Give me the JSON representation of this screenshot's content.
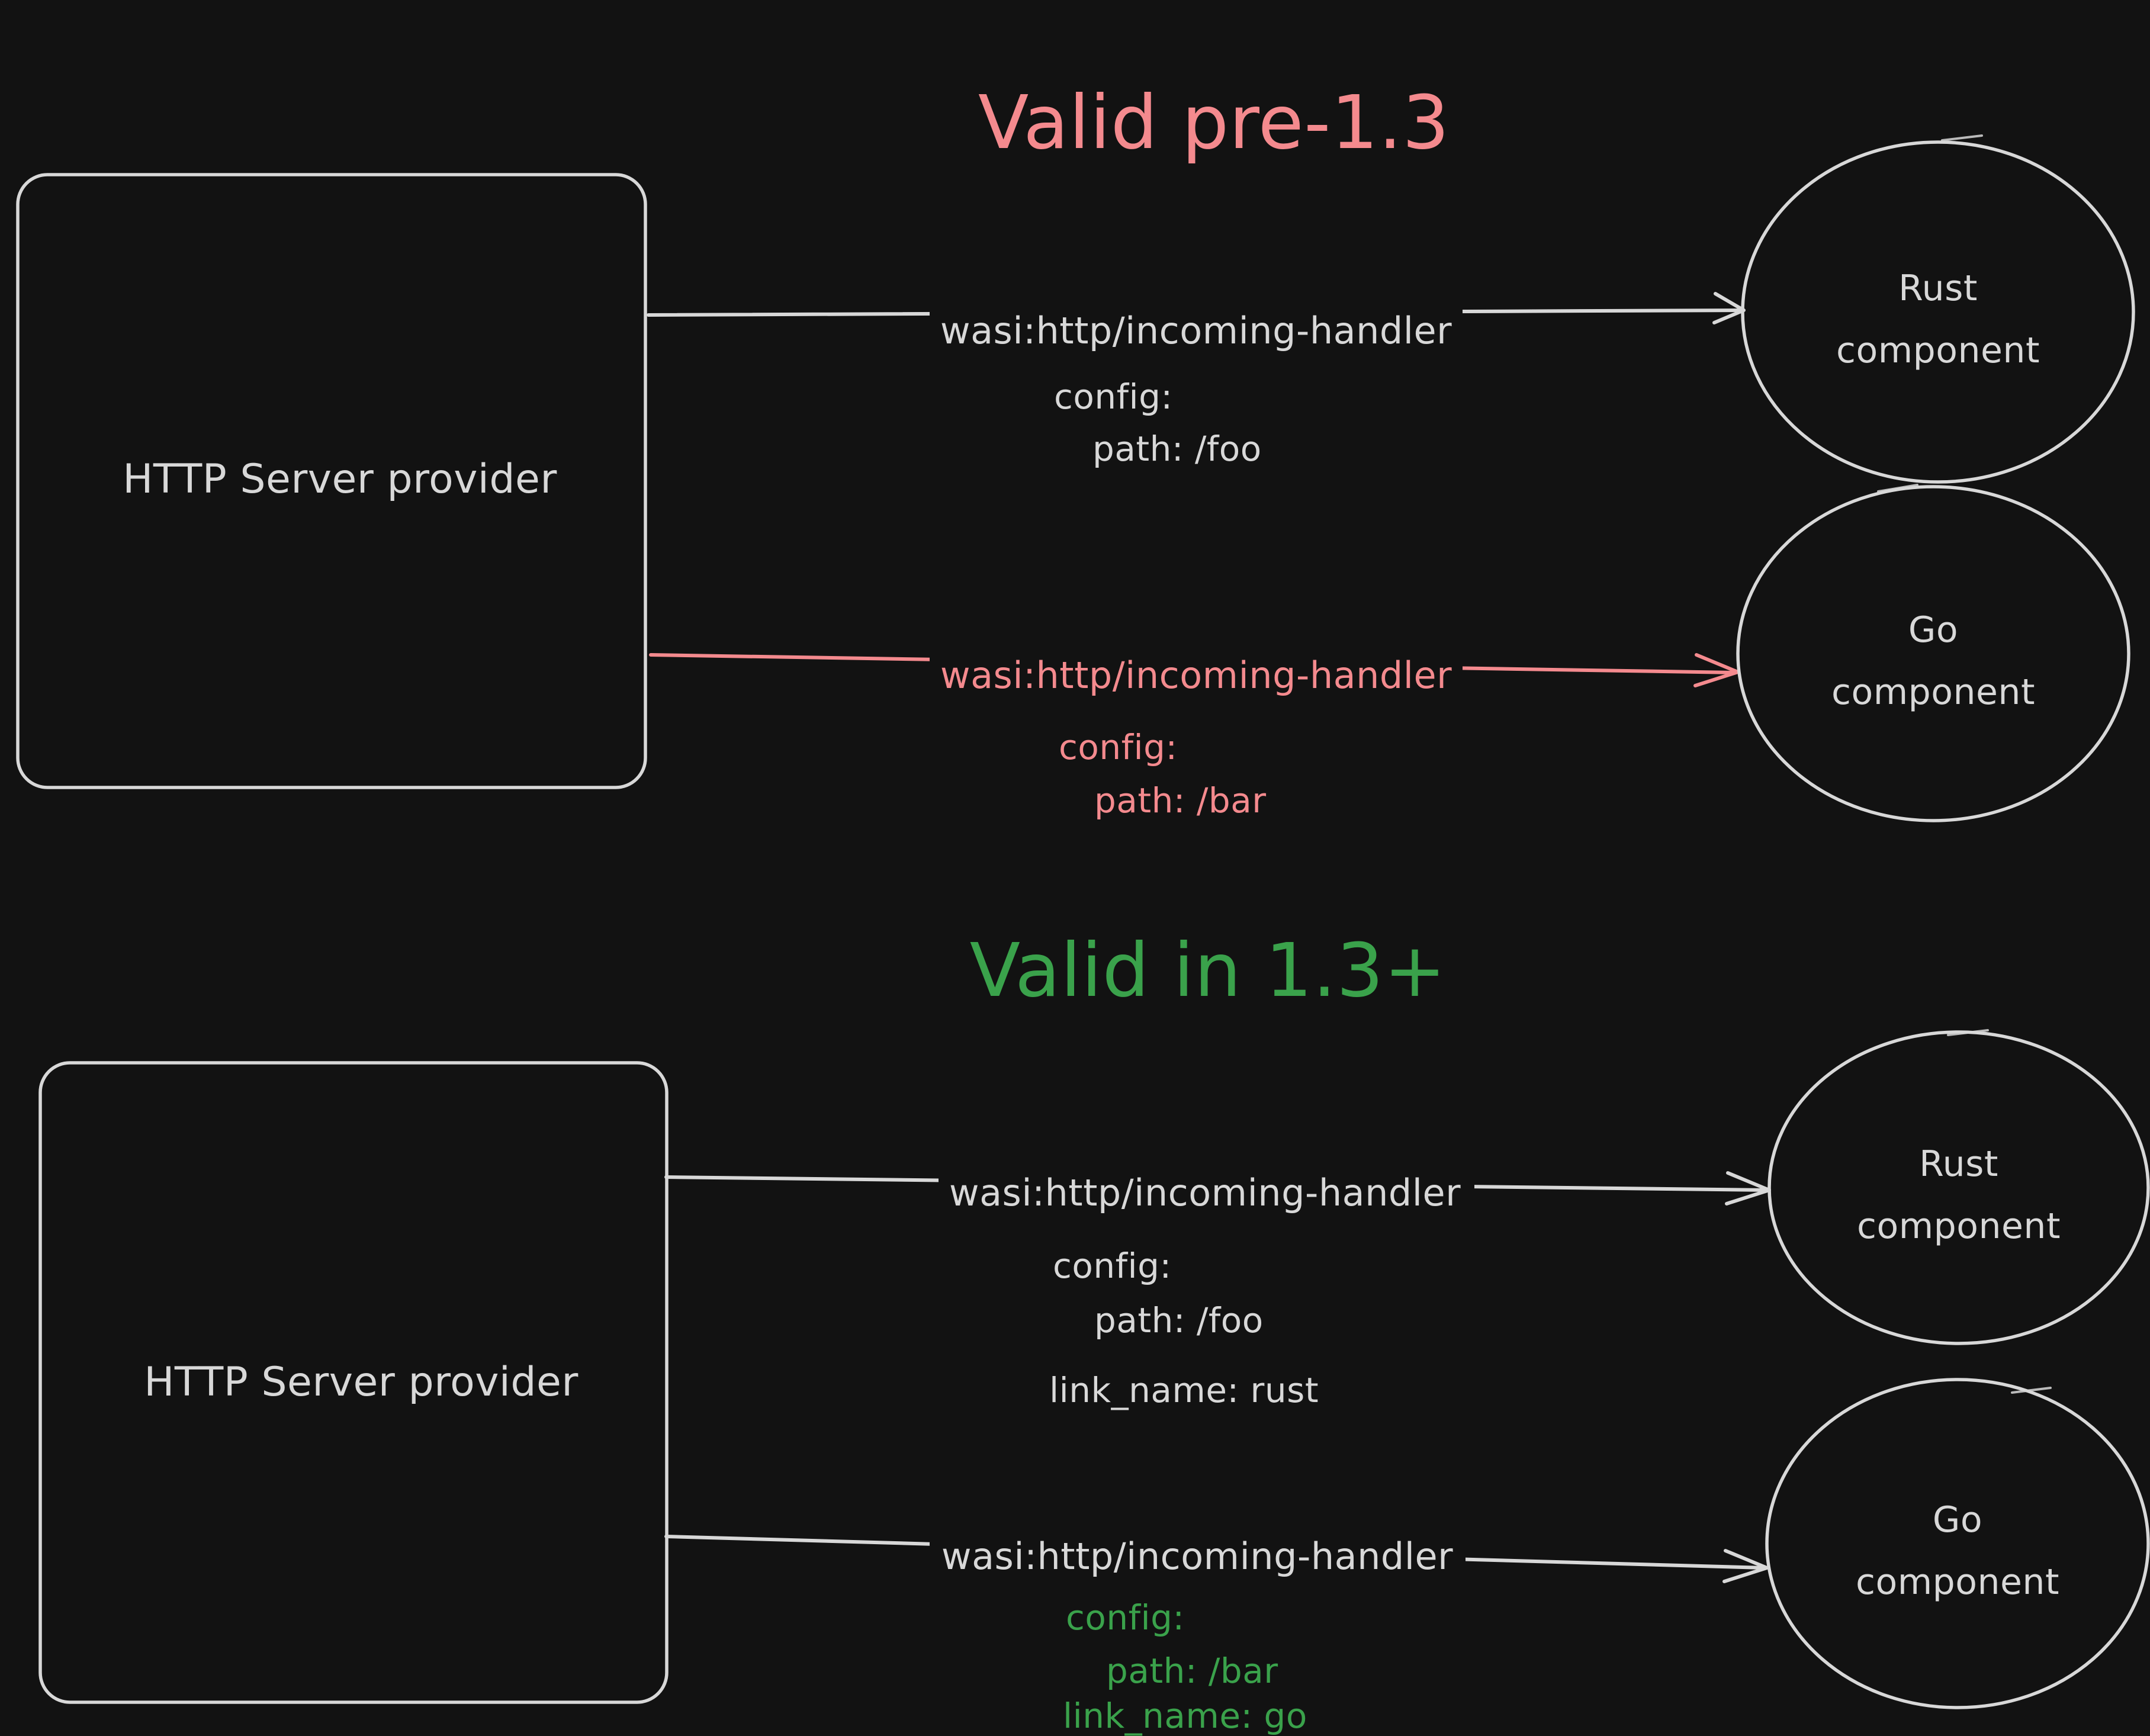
{
  "colors": {
    "background": "#121212",
    "ink": "#d8d8d8",
    "red": "#f48a8e",
    "green": "#3aa24b"
  },
  "pre13": {
    "title": "Valid pre-1.3",
    "provider_label": "HTTP Server provider",
    "rust_link": {
      "interface": "wasi:http/incoming-handler",
      "config_label": "config:",
      "path_label": "path: /foo"
    },
    "go_link": {
      "interface": "wasi:http/incoming-handler",
      "config_label": "config:",
      "path_label": "path: /bar"
    },
    "rust_node": {
      "line1": "Rust",
      "line2": "component"
    },
    "go_node": {
      "line1": "Go",
      "line2": "component"
    }
  },
  "post13": {
    "title": "Valid in 1.3+",
    "provider_label": "HTTP Server provider",
    "rust_link": {
      "interface": "wasi:http/incoming-handler",
      "config_label": "config:",
      "path_label": "path: /foo",
      "link_name_label": "link_name: rust"
    },
    "go_link": {
      "interface": "wasi:http/incoming-handler",
      "config_label": "config:",
      "path_label": "path: /bar",
      "link_name_label": "link_name: go"
    },
    "rust_node": {
      "line1": "Rust",
      "line2": "component"
    },
    "go_node": {
      "line1": "Go",
      "line2": "component"
    }
  }
}
